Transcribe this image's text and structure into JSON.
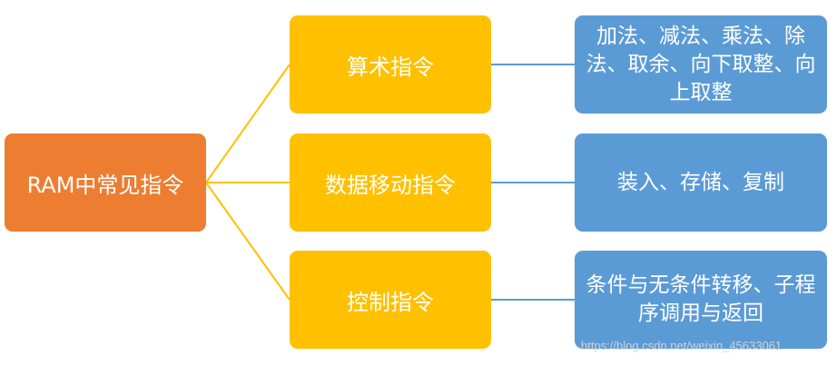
{
  "root": {
    "label": "RAM中常见指令"
  },
  "categories": [
    {
      "label": "算术指令",
      "detail": "加法、减法、乘法、除法、取余、向下取整、向上取整"
    },
    {
      "label": "数据移动指令",
      "detail": "装入、存储、复制"
    },
    {
      "label": "控制指令",
      "detail": "条件与无条件转移、子程序调用与返回"
    }
  ],
  "watermark": "https://blog.csdn.net/weixin_45633061",
  "colors": {
    "root": "#ED7D31",
    "category": "#FFC000",
    "detail": "#5B9BD5",
    "root_connector": "#FFC000",
    "detail_connector": "#5B9BD5"
  }
}
